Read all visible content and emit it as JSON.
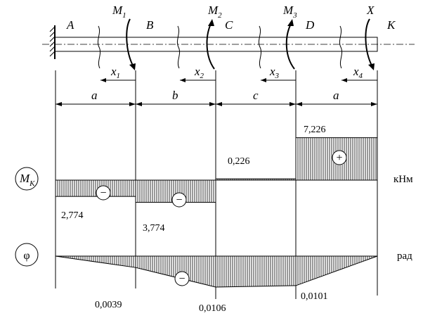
{
  "sections": [
    "A",
    "B",
    "C",
    "D",
    "K"
  ],
  "moments": [
    {
      "letter": "M",
      "sub": "1"
    },
    {
      "letter": "M",
      "sub": "2"
    },
    {
      "letter": "M",
      "sub": "3"
    },
    {
      "letter": "X",
      "sub": ""
    }
  ],
  "coords": [
    {
      "letter": "x",
      "sub": "1"
    },
    {
      "letter": "x",
      "sub": "2"
    },
    {
      "letter": "x",
      "sub": "3"
    },
    {
      "letter": "x",
      "sub": "4"
    }
  ],
  "lengths": [
    "a",
    "b",
    "c",
    "a"
  ],
  "torque": {
    "label": "M",
    "label_sub": "K",
    "unit": "кНм",
    "values": [
      -2.774,
      -3.774,
      0.226,
      7.226
    ],
    "labels": [
      "2,774",
      "3,774",
      "0,226",
      "7,226"
    ],
    "signs": [
      "−",
      "−",
      "",
      "+"
    ]
  },
  "twist": {
    "label": "φ",
    "unit": "рад",
    "values": [
      0,
      -0.0039,
      -0.0106,
      -0.0101,
      0
    ],
    "labels": [
      "0,0039",
      "0,0106",
      "0,0101"
    ],
    "signs": [
      "−"
    ]
  }
}
